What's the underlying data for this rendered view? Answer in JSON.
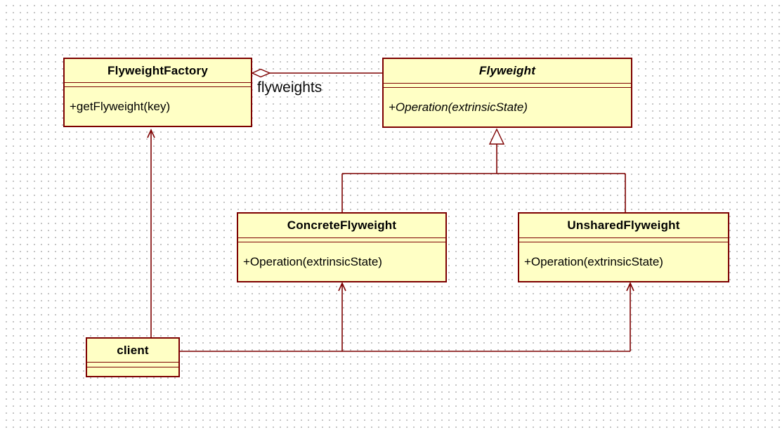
{
  "diagram_type": "uml-class-diagram",
  "colors": {
    "box_fill": "#ffffc5",
    "box_border": "#7d0000",
    "connector": "#7d0000",
    "text": "#000000",
    "grid_dot": "#b9b9b9",
    "background": "#ffffff"
  },
  "classes": [
    {
      "id": "flyweight-factory",
      "name": "FlyweightFactory",
      "abstract": false,
      "attributes": [],
      "methods": [
        "+getFlyweight(key)"
      ]
    },
    {
      "id": "flyweight",
      "name": "Flyweight",
      "abstract": true,
      "attributes": [],
      "methods": [
        "+Operation(extrinsicState)"
      ]
    },
    {
      "id": "concrete-flyweight",
      "name": "ConcreteFlyweight",
      "abstract": false,
      "attributes": [],
      "methods": [
        "+Operation(extrinsicState)"
      ]
    },
    {
      "id": "unshared-flyweight",
      "name": "UnsharedFlyweight",
      "abstract": false,
      "attributes": [],
      "methods": [
        "+Operation(extrinsicState)"
      ]
    },
    {
      "id": "client",
      "name": "client",
      "abstract": false,
      "attributes": [],
      "methods": []
    }
  ],
  "relationships": [
    {
      "type": "aggregation",
      "from": "FlyweightFactory",
      "to": "Flyweight",
      "label": "flyweights"
    },
    {
      "type": "generalization",
      "from": "ConcreteFlyweight",
      "to": "Flyweight",
      "label": ""
    },
    {
      "type": "generalization",
      "from": "UnsharedFlyweight",
      "to": "Flyweight",
      "label": ""
    },
    {
      "type": "directed-association",
      "from": "client",
      "to": "FlyweightFactory",
      "label": ""
    },
    {
      "type": "directed-association",
      "from": "client",
      "to": "ConcreteFlyweight",
      "label": ""
    },
    {
      "type": "directed-association",
      "from": "client",
      "to": "UnsharedFlyweight",
      "label": ""
    }
  ]
}
